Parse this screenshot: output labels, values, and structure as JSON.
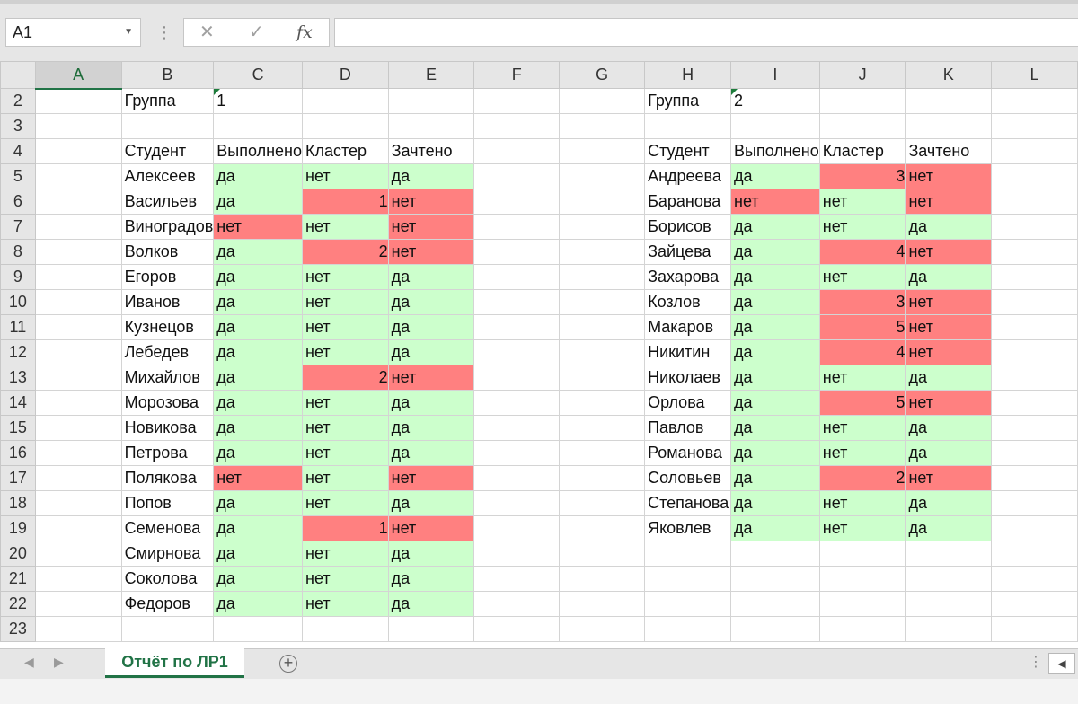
{
  "formula_bar": {
    "name_box": "A1",
    "cancel_icon": "✕",
    "enter_icon": "✓",
    "function_icon": "fx",
    "formula": ""
  },
  "columns": [
    "A",
    "B",
    "C",
    "D",
    "E",
    "F",
    "G",
    "H",
    "I",
    "J",
    "K",
    "L"
  ],
  "selected_column": "A",
  "rows": [
    {
      "n": "2",
      "cells": [
        "",
        "Группа",
        "1",
        "",
        "",
        "",
        "",
        "Группа",
        "2",
        "",
        "",
        ""
      ]
    },
    {
      "n": "3",
      "cells": [
        "",
        "",
        "",
        "",
        "",
        "",
        "",
        "",
        "",
        "",
        "",
        ""
      ]
    },
    {
      "n": "4",
      "cells": [
        "",
        "Студент",
        "Выполнено",
        "Кластер",
        "Зачтено",
        "",
        "",
        "Студент",
        "Выполнено",
        "Кластер",
        "Зачтено",
        ""
      ]
    },
    {
      "n": "5",
      "cells": [
        "",
        "Алексеев",
        "да",
        "нет",
        "да",
        "",
        "",
        "Андреева",
        "да",
        "3",
        "нет",
        ""
      ]
    },
    {
      "n": "6",
      "cells": [
        "",
        "Васильев",
        "да",
        "1",
        "нет",
        "",
        "",
        "Баранова",
        "нет",
        "нет",
        "нет",
        ""
      ]
    },
    {
      "n": "7",
      "cells": [
        "",
        "Виноградов",
        "нет",
        "нет",
        "нет",
        "",
        "",
        "Борисов",
        "да",
        "нет",
        "да",
        ""
      ]
    },
    {
      "n": "8",
      "cells": [
        "",
        "Волков",
        "да",
        "2",
        "нет",
        "",
        "",
        "Зайцева",
        "да",
        "4",
        "нет",
        ""
      ]
    },
    {
      "n": "9",
      "cells": [
        "",
        "Егоров",
        "да",
        "нет",
        "да",
        "",
        "",
        "Захарова",
        "да",
        "нет",
        "да",
        ""
      ]
    },
    {
      "n": "10",
      "cells": [
        "",
        "Иванов",
        "да",
        "нет",
        "да",
        "",
        "",
        "Козлов",
        "да",
        "3",
        "нет",
        ""
      ]
    },
    {
      "n": "11",
      "cells": [
        "",
        "Кузнецов",
        "да",
        "нет",
        "да",
        "",
        "",
        "Макаров",
        "да",
        "5",
        "нет",
        ""
      ]
    },
    {
      "n": "12",
      "cells": [
        "",
        "Лебедев",
        "да",
        "нет",
        "да",
        "",
        "",
        "Никитин",
        "да",
        "4",
        "нет",
        ""
      ]
    },
    {
      "n": "13",
      "cells": [
        "",
        "Михайлов",
        "да",
        "2",
        "нет",
        "",
        "",
        "Николаев",
        "да",
        "нет",
        "да",
        ""
      ]
    },
    {
      "n": "14",
      "cells": [
        "",
        "Морозова",
        "да",
        "нет",
        "да",
        "",
        "",
        "Орлова",
        "да",
        "5",
        "нет",
        ""
      ]
    },
    {
      "n": "15",
      "cells": [
        "",
        "Новикова",
        "да",
        "нет",
        "да",
        "",
        "",
        "Павлов",
        "да",
        "нет",
        "да",
        ""
      ]
    },
    {
      "n": "16",
      "cells": [
        "",
        "Петрова",
        "да",
        "нет",
        "да",
        "",
        "",
        "Романова",
        "да",
        "нет",
        "да",
        ""
      ]
    },
    {
      "n": "17",
      "cells": [
        "",
        "Полякова",
        "нет",
        "нет",
        "нет",
        "",
        "",
        "Соловьев",
        "да",
        "2",
        "нет",
        ""
      ]
    },
    {
      "n": "18",
      "cells": [
        "",
        "Попов",
        "да",
        "нет",
        "да",
        "",
        "",
        "Степанова",
        "да",
        "нет",
        "да",
        ""
      ]
    },
    {
      "n": "19",
      "cells": [
        "",
        "Семенова",
        "да",
        "1",
        "нет",
        "",
        "",
        "Яковлев",
        "да",
        "нет",
        "да",
        ""
      ]
    },
    {
      "n": "20",
      "cells": [
        "",
        "Смирнова",
        "да",
        "нет",
        "да",
        "",
        "",
        "",
        "",
        "",
        "",
        ""
      ]
    },
    {
      "n": "21",
      "cells": [
        "",
        "Соколова",
        "да",
        "нет",
        "да",
        "",
        "",
        "",
        "",
        "",
        "",
        ""
      ]
    },
    {
      "n": "22",
      "cells": [
        "",
        "Федоров",
        "да",
        "нет",
        "да",
        "",
        "",
        "",
        "",
        "",
        "",
        ""
      ]
    },
    {
      "n": "23",
      "cells": [
        "",
        "",
        "",
        "",
        "",
        "",
        "",
        "",
        "",
        "",
        "",
        ""
      ]
    }
  ],
  "cell_fill": {
    "5": [
      "",
      "",
      "g",
      "g",
      "g",
      "",
      "",
      "",
      "g",
      "r",
      "r",
      ""
    ],
    "6": [
      "",
      "",
      "g",
      "r",
      "r",
      "",
      "",
      "",
      "r",
      "g",
      "r",
      ""
    ],
    "7": [
      "",
      "",
      "r",
      "g",
      "r",
      "",
      "",
      "",
      "g",
      "g",
      "g",
      ""
    ],
    "8": [
      "",
      "",
      "g",
      "r",
      "r",
      "",
      "",
      "",
      "g",
      "r",
      "r",
      ""
    ],
    "9": [
      "",
      "",
      "g",
      "g",
      "g",
      "",
      "",
      "",
      "g",
      "g",
      "g",
      ""
    ],
    "10": [
      "",
      "",
      "g",
      "g",
      "g",
      "",
      "",
      "",
      "g",
      "r",
      "r",
      ""
    ],
    "11": [
      "",
      "",
      "g",
      "g",
      "g",
      "",
      "",
      "",
      "g",
      "r",
      "r",
      ""
    ],
    "12": [
      "",
      "",
      "g",
      "g",
      "g",
      "",
      "",
      "",
      "g",
      "r",
      "r",
      ""
    ],
    "13": [
      "",
      "",
      "g",
      "r",
      "r",
      "",
      "",
      "",
      "g",
      "g",
      "g",
      ""
    ],
    "14": [
      "",
      "",
      "g",
      "g",
      "g",
      "",
      "",
      "",
      "g",
      "r",
      "r",
      ""
    ],
    "15": [
      "",
      "",
      "g",
      "g",
      "g",
      "",
      "",
      "",
      "g",
      "g",
      "g",
      ""
    ],
    "16": [
      "",
      "",
      "g",
      "g",
      "g",
      "",
      "",
      "",
      "g",
      "g",
      "g",
      ""
    ],
    "17": [
      "",
      "",
      "r",
      "g",
      "r",
      "",
      "",
      "",
      "g",
      "r",
      "r",
      ""
    ],
    "18": [
      "",
      "",
      "g",
      "g",
      "g",
      "",
      "",
      "",
      "g",
      "g",
      "g",
      ""
    ],
    "19": [
      "",
      "",
      "g",
      "r",
      "r",
      "",
      "",
      "",
      "g",
      "g",
      "g",
      ""
    ],
    "20": [
      "",
      "",
      "g",
      "g",
      "g",
      "",
      "",
      "",
      "",
      "",
      "",
      ""
    ],
    "21": [
      "",
      "",
      "g",
      "g",
      "g",
      "",
      "",
      "",
      "",
      "",
      "",
      ""
    ],
    "22": [
      "",
      "",
      "g",
      "g",
      "g",
      "",
      "",
      "",
      "",
      "",
      "",
      ""
    ]
  },
  "colors": {
    "pass_fill": "#ccffcc",
    "fail_fill": "#ff8080",
    "accent": "#217346"
  },
  "tabs": {
    "active_sheet": "Отчёт по ЛР1",
    "add_sheet_icon": "+"
  }
}
